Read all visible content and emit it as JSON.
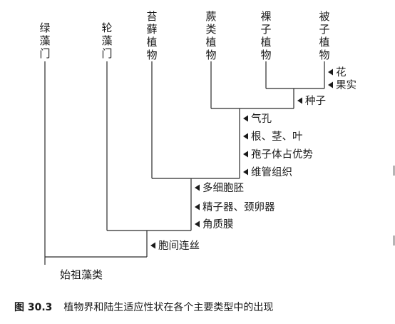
{
  "diagram": {
    "taxa": [
      {
        "id": "green-algae",
        "label": "绿藻门"
      },
      {
        "id": "charophytes",
        "label": "轮藻门"
      },
      {
        "id": "bryophytes",
        "label": "苔藓植物"
      },
      {
        "id": "ferns",
        "label": "蕨类植物"
      },
      {
        "id": "gymnosperms",
        "label": "裸子植物"
      },
      {
        "id": "angiosperms",
        "label": "被子植物"
      }
    ],
    "traits": [
      {
        "id": "flower",
        "label": "花"
      },
      {
        "id": "fruit",
        "label": "果实"
      },
      {
        "id": "seed",
        "label": "种子"
      },
      {
        "id": "stomata",
        "label": "气孔"
      },
      {
        "id": "root-stem-leaf",
        "label": "根、茎、叶"
      },
      {
        "id": "sporophyte-dominant",
        "label": "孢子体占优势"
      },
      {
        "id": "vascular-tissue",
        "label": "维管组织"
      },
      {
        "id": "embryo",
        "label": "多细胞胚"
      },
      {
        "id": "gametangia",
        "label": "精子器、颈卵器"
      },
      {
        "id": "cuticle",
        "label": "角质膜"
      },
      {
        "id": "plasmodesmata",
        "label": "胞间连丝"
      }
    ],
    "root": {
      "label": "始祖藻类"
    }
  },
  "caption": {
    "figure_number": "图 30.3",
    "text": "植物界和陆生适应性状在各个主要类型中的出现"
  }
}
